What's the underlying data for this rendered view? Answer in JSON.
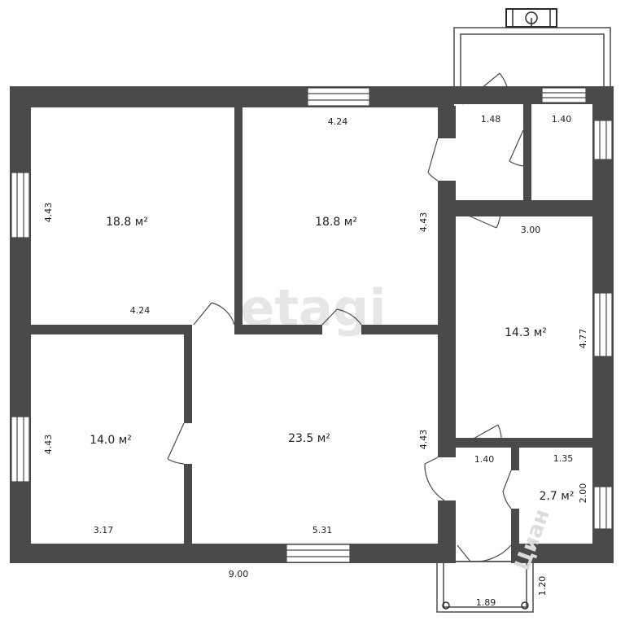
{
  "watermark": "etagi",
  "corner_watermark": "Циан",
  "colors": {
    "wall": "#4a4a4c",
    "background": "#ffffff",
    "thin_line": "#4a4a4c"
  },
  "rooms": [
    {
      "id": "room-top-left",
      "area": "18.8 м²"
    },
    {
      "id": "room-top-middle",
      "area": "18.8 м²"
    },
    {
      "id": "room-right",
      "area": "14.3 м²"
    },
    {
      "id": "room-bottom-left",
      "area": "14.0 м²"
    },
    {
      "id": "room-bottom-middle",
      "area": "23.5 м²"
    },
    {
      "id": "room-small-right",
      "area": "2.7 м²"
    }
  ],
  "dimensions": {
    "top_left_height": "4.43",
    "top_left_width": "4.24",
    "top_middle_width": "4.24",
    "top_middle_height": "4.43",
    "hall_width": "1.48",
    "closet_width": "1.40",
    "right_room_width": "3.00",
    "right_room_height": "4.77",
    "bottom_left_height": "4.43",
    "bottom_left_width": "3.17",
    "bottom_middle_width": "5.31",
    "bottom_middle_height": "4.43",
    "bath_width": "1.40",
    "wc_width": "1.35",
    "wc_height": "2.00",
    "overall_width": "9.00",
    "porch_width": "1.89",
    "porch_depth": "1.20"
  }
}
